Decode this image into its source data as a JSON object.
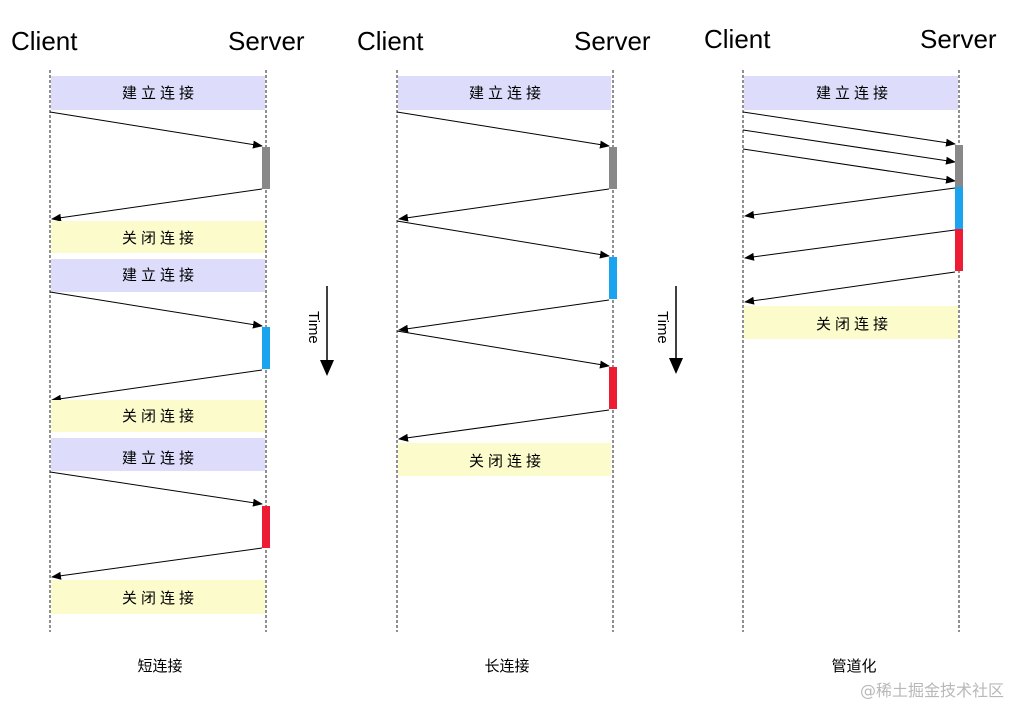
{
  "panels": [
    {
      "client_label": "Client",
      "server_label": "Server",
      "caption": "短连接",
      "open_band": "建立连接",
      "close_band": "关闭连接"
    },
    {
      "client_label": "Client",
      "server_label": "Server",
      "caption": "长连接",
      "open_band": "建立连接",
      "close_band": "关闭连接"
    },
    {
      "client_label": "Client",
      "server_label": "Server",
      "caption": "管道化",
      "open_band": "建立连接",
      "close_band": "关闭连接"
    }
  ],
  "time_label": "Time",
  "watermark": "@稀土掘金技术社区",
  "colors": {
    "open_band": "#ddddfb",
    "close_band": "#fbfbcc",
    "request_1": "#888888",
    "request_2": "#1aa3ef",
    "request_3": "#ee1b35"
  }
}
